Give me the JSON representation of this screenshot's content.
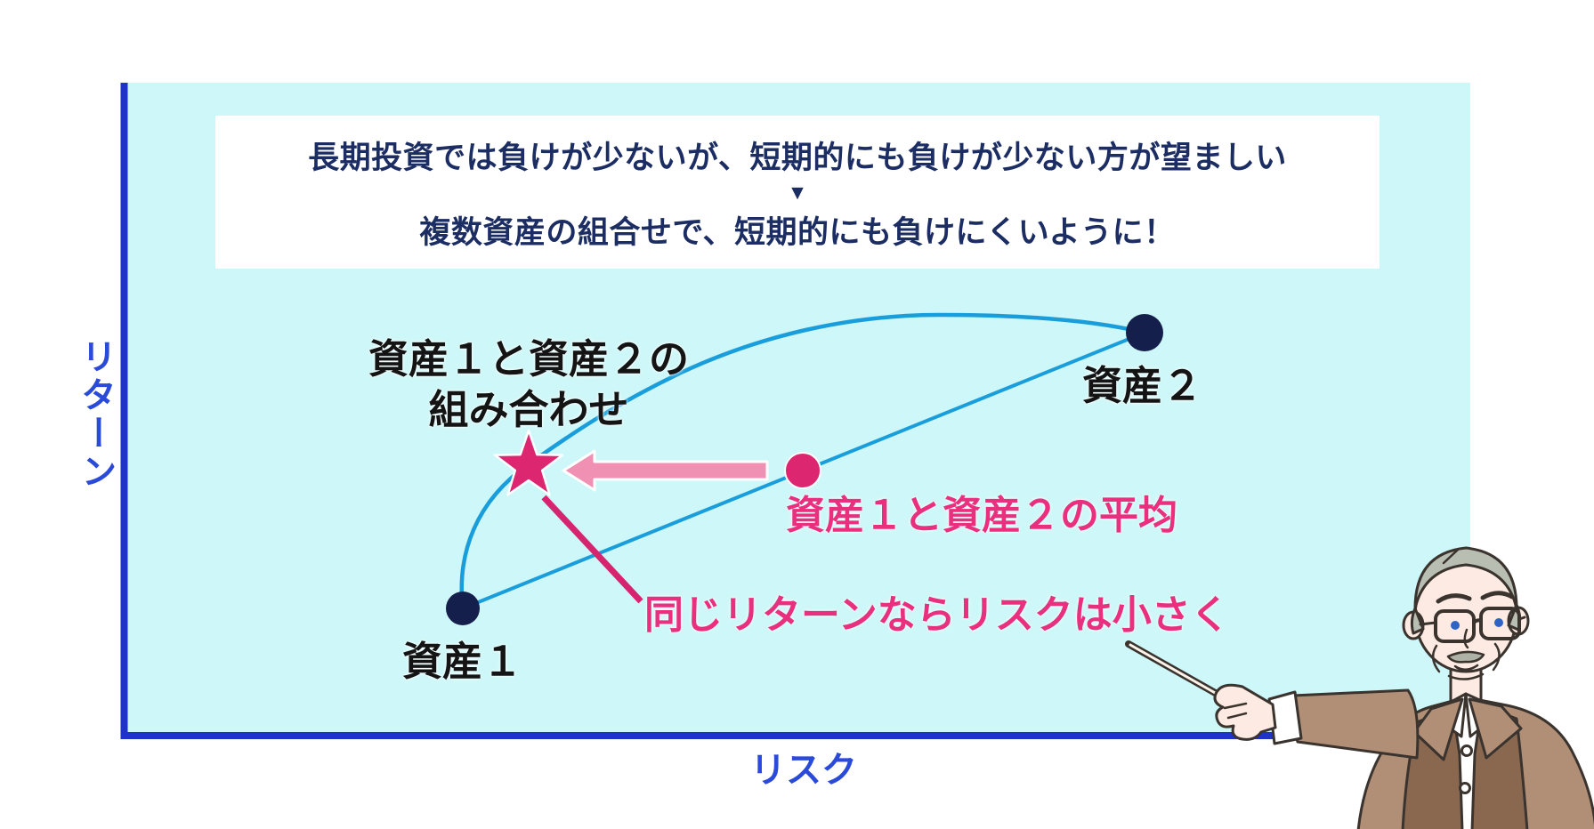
{
  "title_box": {
    "line1": "長期投資では負けが少ないが、短期的にも負けが少ない方が望ましい",
    "separator_icon": "▼",
    "line2": "複数資産の組合せで、短期的にも負けにくいように！"
  },
  "axes": {
    "y_label": "リターン",
    "x_label": "リスク"
  },
  "points": {
    "asset1": {
      "label": "資産１"
    },
    "asset2": {
      "label": "資産２"
    },
    "average": {
      "label": "資産１と資産２の平均"
    },
    "combination": {
      "label_line1": "資産１と資産２の",
      "label_line2": "組み合わせ"
    }
  },
  "annotations": {
    "same_return_note": "同じリターンならリスクは小さく"
  },
  "colors": {
    "plot_background": "#cdf7f8",
    "axis_line_blue": "#2033c8",
    "axis_label_blue": "#2a4ad9",
    "navy_text": "#1b2d63",
    "navy_dot": "#151f4c",
    "frontier_line_blue": "#1a9edb",
    "pink_marker": "#dd2670",
    "pink_text": "#e8307f",
    "pink_arrow": "#f091b4"
  },
  "chart_data": {
    "type": "scatter",
    "title": "",
    "xlabel": "リスク",
    "ylabel": "リターン",
    "axes_quantified": false,
    "legend": "none",
    "points": [
      {
        "name": "資産１",
        "marker": "circle",
        "color": "#151f4c",
        "risk_rel": 0.25,
        "return_rel": 0.19
      },
      {
        "name": "資産２",
        "marker": "circle",
        "color": "#151f4c",
        "risk_rel": 0.76,
        "return_rel": 0.62
      },
      {
        "name": "資産１と資産２の平均",
        "marker": "circle",
        "color": "#dd2670",
        "risk_rel": 0.5,
        "return_rel": 0.41,
        "note": "midpoint of straight line between 資産１ and 資産２"
      },
      {
        "name": "資産１と資産２の組み合わせ",
        "marker": "star",
        "color": "#dd2670",
        "risk_rel": 0.3,
        "return_rel": 0.41,
        "note": "same return as average, lower risk"
      }
    ],
    "lines": [
      {
        "name": "straight-mix-line",
        "from": "資産１",
        "to": "資産２",
        "style": "straight",
        "color": "#1a9edb"
      },
      {
        "name": "efficient-frontier-curve",
        "from": "資産１",
        "to": "資産２",
        "style": "curve bulging up-left through star",
        "color": "#1a9edb"
      }
    ],
    "arrows": [
      {
        "name": "risk-reduction-arrow",
        "from": "資産１と資産２の平均",
        "to": "資産１と資産２の組み合わせ",
        "color": "#f091b4",
        "meaning": "same return, smaller risk"
      }
    ]
  }
}
